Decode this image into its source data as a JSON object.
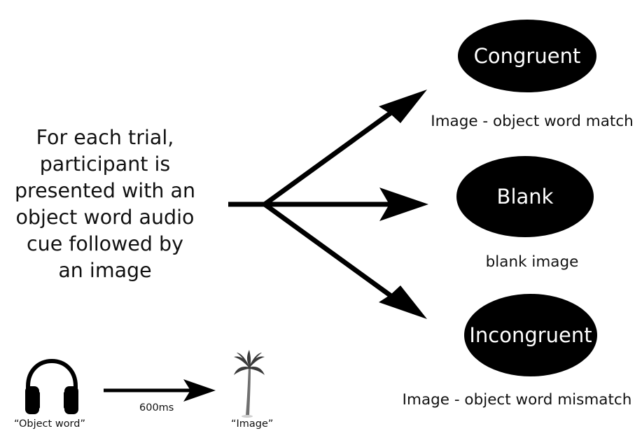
{
  "description": {
    "lines": [
      "For each trial,",
      "participant is",
      "presented with an",
      "object word audio",
      "cue followed by",
      "an image"
    ]
  },
  "outcomes": [
    {
      "label": "Congruent",
      "caption": "Image - object word match"
    },
    {
      "label": "Blank",
      "caption": "blank image"
    },
    {
      "label": "Incongruent",
      "caption": "Image - object word mismatch"
    }
  ],
  "sequence": {
    "audio_label": "“Object word”",
    "delay_label": "600ms",
    "image_label": "“Image”"
  },
  "colors": {
    "ink": "#000000",
    "node_text": "#ffffff",
    "palm_trunk": "#6f6f6f",
    "palm_leaves": "#3a3a3a"
  },
  "icons": {
    "audio": "headphones-icon",
    "image": "palm-tree-icon"
  }
}
